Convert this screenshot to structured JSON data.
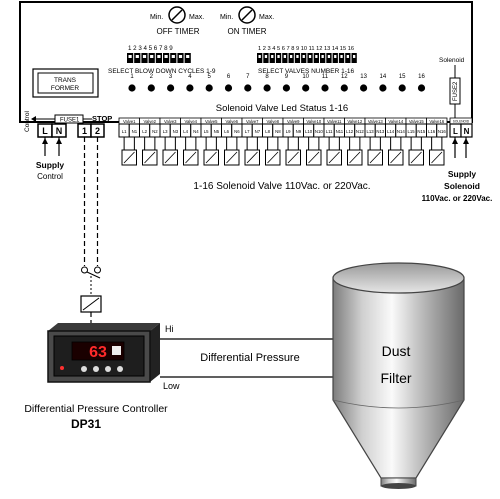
{
  "timers": {
    "off_timer": "OFF TIMER",
    "on_timer": "ON TIMER",
    "min": "Min.",
    "max": "Max."
  },
  "dip_switches": {
    "blow_down_numbers": "1 2 3 4 5 6 7 8 9",
    "blow_down_label": "SELECT BLOW DOWN CYCLES 1-9",
    "valve_numbers": "1 2 3 4 5 6 7 8 9 10 11 12 13 14 15 16",
    "valve_label": "SELECT  VALVES NUMBER 1-16"
  },
  "transformer": {
    "line1": "TRANS",
    "line2": "FORMER"
  },
  "solenoid_top": "Solenoid",
  "fuse2": "FUSE2",
  "led_numbers": [
    "1",
    "2",
    "3",
    "4",
    "5",
    "6",
    "7",
    "8",
    "9",
    "10",
    "11",
    "12",
    "13",
    "14",
    "15",
    "16"
  ],
  "led_status_label": "Solenoid Valve Led Status 1-16",
  "control_side_label": "Control",
  "fuse1": "FUSE1",
  "terminals_left": [
    "L",
    "N",
    "1",
    "2"
  ],
  "stop_label": "STOP",
  "valve_headers": [
    "Valve1",
    "Valve2",
    "Valve3",
    "Valve4",
    "Valve5",
    "Valve6",
    "Valve7",
    "Valve8",
    "Valve9",
    "Valve10",
    "Valve11",
    "Valve12",
    "Valve13",
    "Valve14",
    "Valve15",
    "Valve16"
  ],
  "valve_terminals": [
    "L1",
    "N1",
    "L2",
    "N2",
    "L3",
    "N3",
    "L4",
    "N4",
    "L5",
    "N5",
    "L6",
    "N6",
    "L7",
    "N7",
    "L8",
    "N8",
    "L9",
    "N9",
    "L10",
    "N10",
    "L11",
    "N11",
    "L12",
    "N12",
    "L13",
    "N13",
    "L14",
    "N14",
    "L15",
    "N15",
    "L16",
    "N16"
  ],
  "solenoid_header": "SOLENOID",
  "solenoid_terminals": [
    "L",
    "N"
  ],
  "supply_control": {
    "line1": "Supply",
    "line2": "Control"
  },
  "valves_voltage": "1-16 Solenoid Valve 110Vac. or 220Vac.",
  "supply_solenoid": {
    "line1": "Supply",
    "line2": "Solenoid",
    "line3": "110Vac. or 220Vac."
  },
  "controller": {
    "display_value": "63",
    "name": "Differential Pressure Controller",
    "model": "DP31"
  },
  "pressure_lines": {
    "hi": "Hi",
    "label": "Differential Pressure",
    "low": "Low"
  },
  "dust_filter": {
    "line1": "Dust",
    "line2": "Filter"
  }
}
